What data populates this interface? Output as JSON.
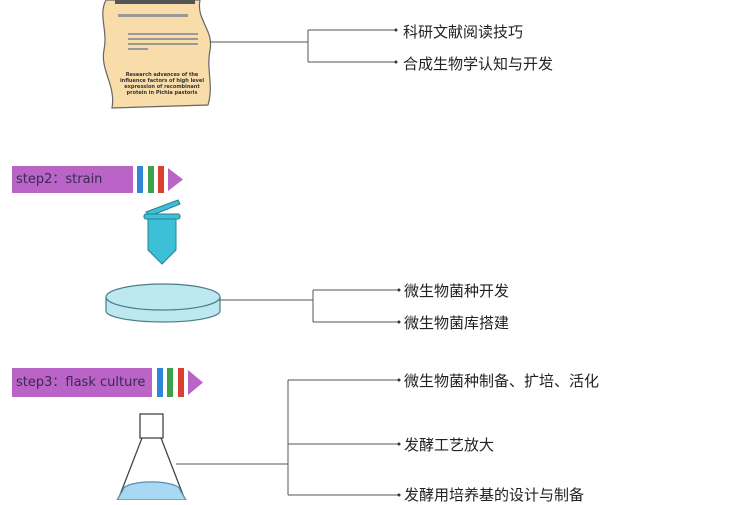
{
  "section1": {
    "paper_title": "Research advances of the influence factors of high level expression of recombinant protein in Pichia pastoris",
    "branches": [
      "科研文献阅读技巧",
      "合成生物学认知与开发"
    ]
  },
  "section2": {
    "step_label": "step2：strain",
    "branches": [
      "微生物菌种开发",
      "微生物菌库搭建"
    ]
  },
  "section3": {
    "step_label": "step3：flask culture",
    "branches": [
      "微生物菌种制备、扩培、活化",
      "发酵工艺放大",
      "发酵用培养基的设计与制备"
    ]
  },
  "colors": {
    "banner": "#b964c6",
    "bar_blue": "#2f86d8",
    "bar_green": "#3da24a",
    "bar_red": "#d9402f",
    "paper": "#f8dcaa",
    "tube": "#3cc0d8",
    "dish": "#bde8f0",
    "liquid": "#a9d8f2"
  },
  "icons": [
    "paper-scroll-icon",
    "microtube-icon",
    "petri-dish-icon",
    "flask-icon"
  ]
}
